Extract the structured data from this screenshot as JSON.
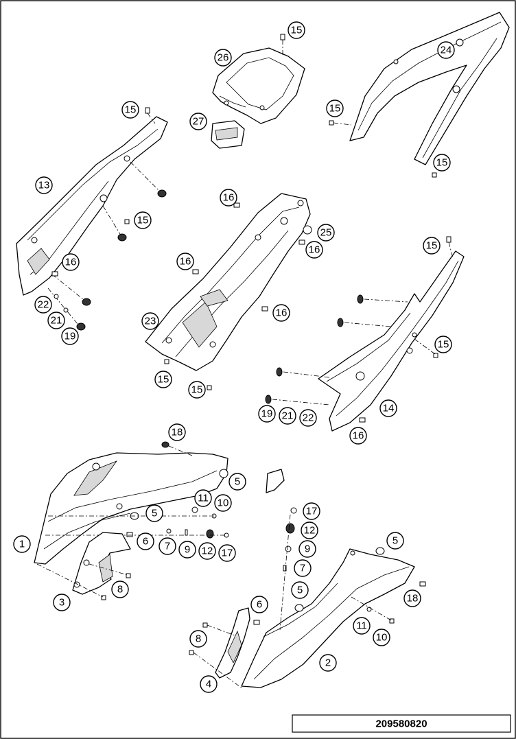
{
  "diagram": {
    "doc_number": "209580820",
    "callouts": [
      "15",
      "26",
      "27",
      "24",
      "15",
      "15",
      "15",
      "13",
      "15",
      "16",
      "16",
      "25",
      "16",
      "16",
      "22",
      "21",
      "19",
      "16",
      "23",
      "15",
      "15",
      "15",
      "15",
      "19",
      "21",
      "22",
      "14",
      "16",
      "18",
      "5",
      "11",
      "10",
      "5",
      "1",
      "6",
      "7",
      "9",
      "12",
      "17",
      "3",
      "8",
      "17",
      "12",
      "9",
      "7",
      "5",
      "5",
      "18",
      "6",
      "11",
      "10",
      "8",
      "4",
      "2"
    ]
  }
}
